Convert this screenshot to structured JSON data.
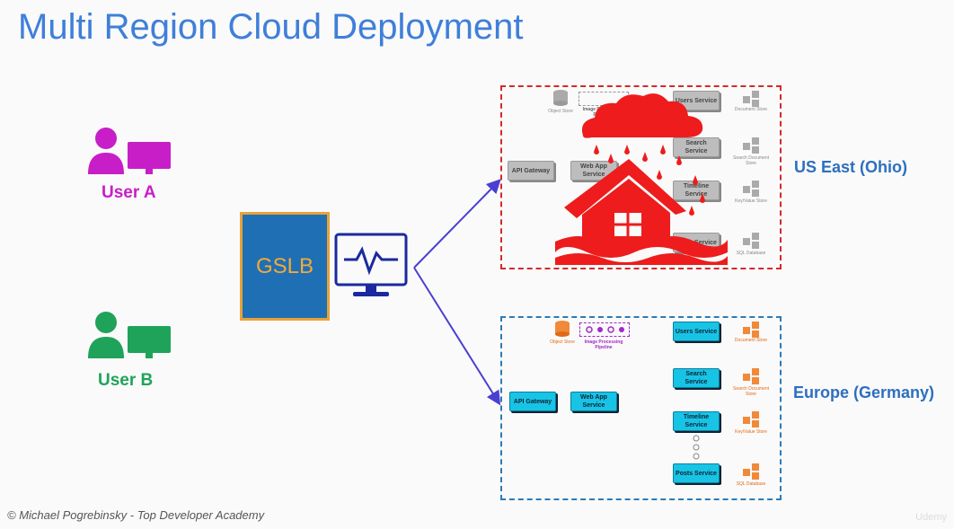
{
  "title": "Multi Region Cloud Deployment",
  "users": [
    {
      "label": "User A",
      "color": "#c81ec8"
    },
    {
      "label": "User B",
      "color": "#1fa35a"
    }
  ],
  "gslb": {
    "label": "GSLB"
  },
  "regions": {
    "us": {
      "label": "US East (Ohio)",
      "gateway": "API Gateway",
      "web": "Web App Service",
      "object_store": "Object Store",
      "pipeline": "Image Processing Pipeline",
      "services": [
        "Users Service",
        "Search Service",
        "Timeline Service",
        "Posts Service"
      ],
      "stores": [
        "Document Store",
        "Search Document Store",
        "Key/Value Store",
        "SQL Database"
      ]
    },
    "eu": {
      "label": "Europe (Germany)",
      "gateway": "API Gateway",
      "web": "Web App Service",
      "object_store": "Object Store",
      "pipeline": "Image Processing Pipeline",
      "services": [
        "Users Service",
        "Search Service",
        "Timeline Service",
        "Posts Service"
      ],
      "stores": [
        "Document Store",
        "Search Document Store",
        "Key/Value Store",
        "SQL Database"
      ]
    }
  },
  "footer": "© Michael Pogrebinsky - Top Developer Academy",
  "watermark": "Udemy"
}
